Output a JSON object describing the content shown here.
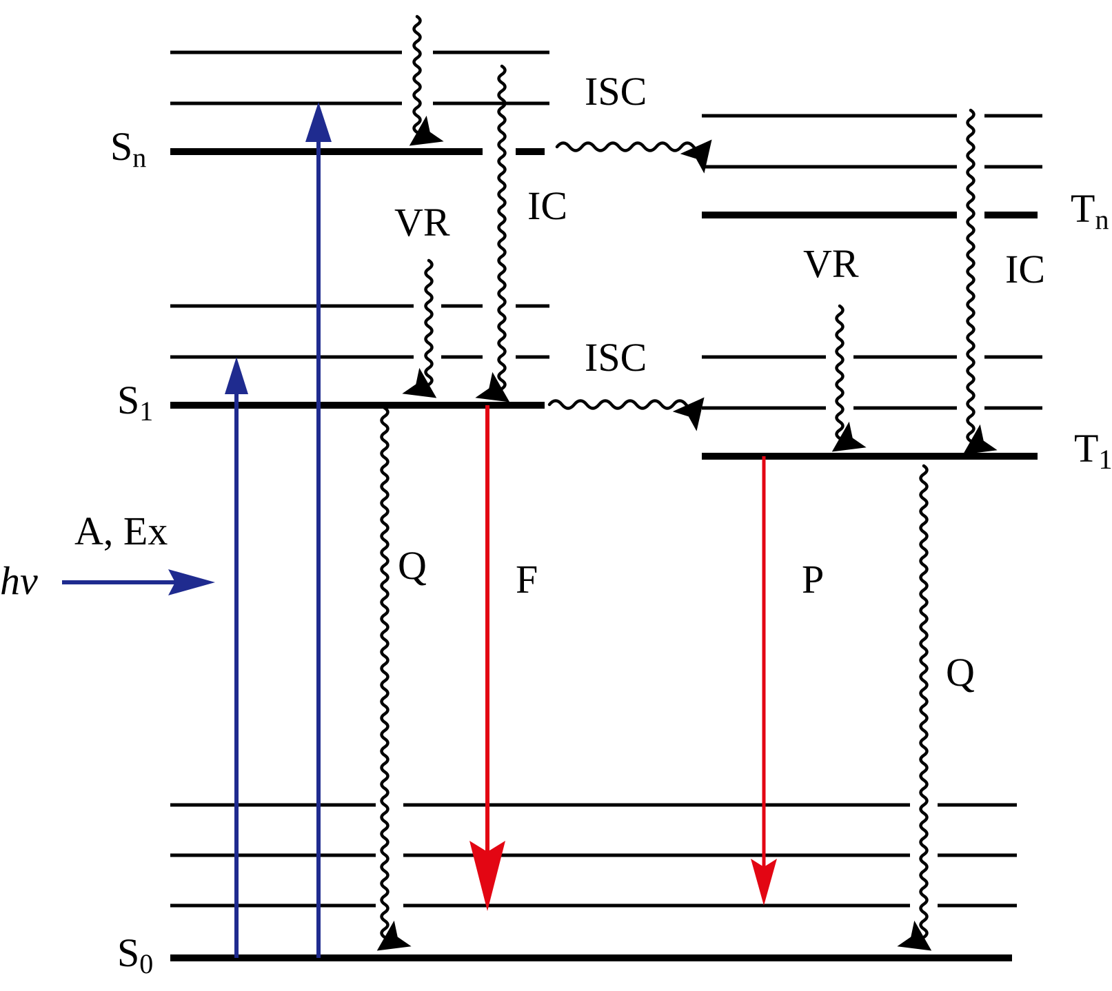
{
  "states": {
    "sn": {
      "base": "S",
      "sub": "n"
    },
    "s1": {
      "base": "S",
      "sub": "1"
    },
    "s0": {
      "base": "S",
      "sub": "0"
    },
    "tn": {
      "base": "T",
      "sub": "n"
    },
    "t1": {
      "base": "T",
      "sub": "1"
    }
  },
  "labels": {
    "isc_upper": "ISC",
    "isc_lower": "ISC",
    "vr_singlet": "VR",
    "ic_singlet": "IC",
    "vr_triplet": "VR",
    "ic_triplet": "IC",
    "q_singlet": "Q",
    "q_triplet": "Q",
    "fluorescence": "F",
    "phosphorescence": "P",
    "absorption_excitation": "A, Ex",
    "photon": "hv"
  },
  "colors": {
    "absorption": "#1f2b8f",
    "emission": "#e30613",
    "levels": "#000000"
  }
}
